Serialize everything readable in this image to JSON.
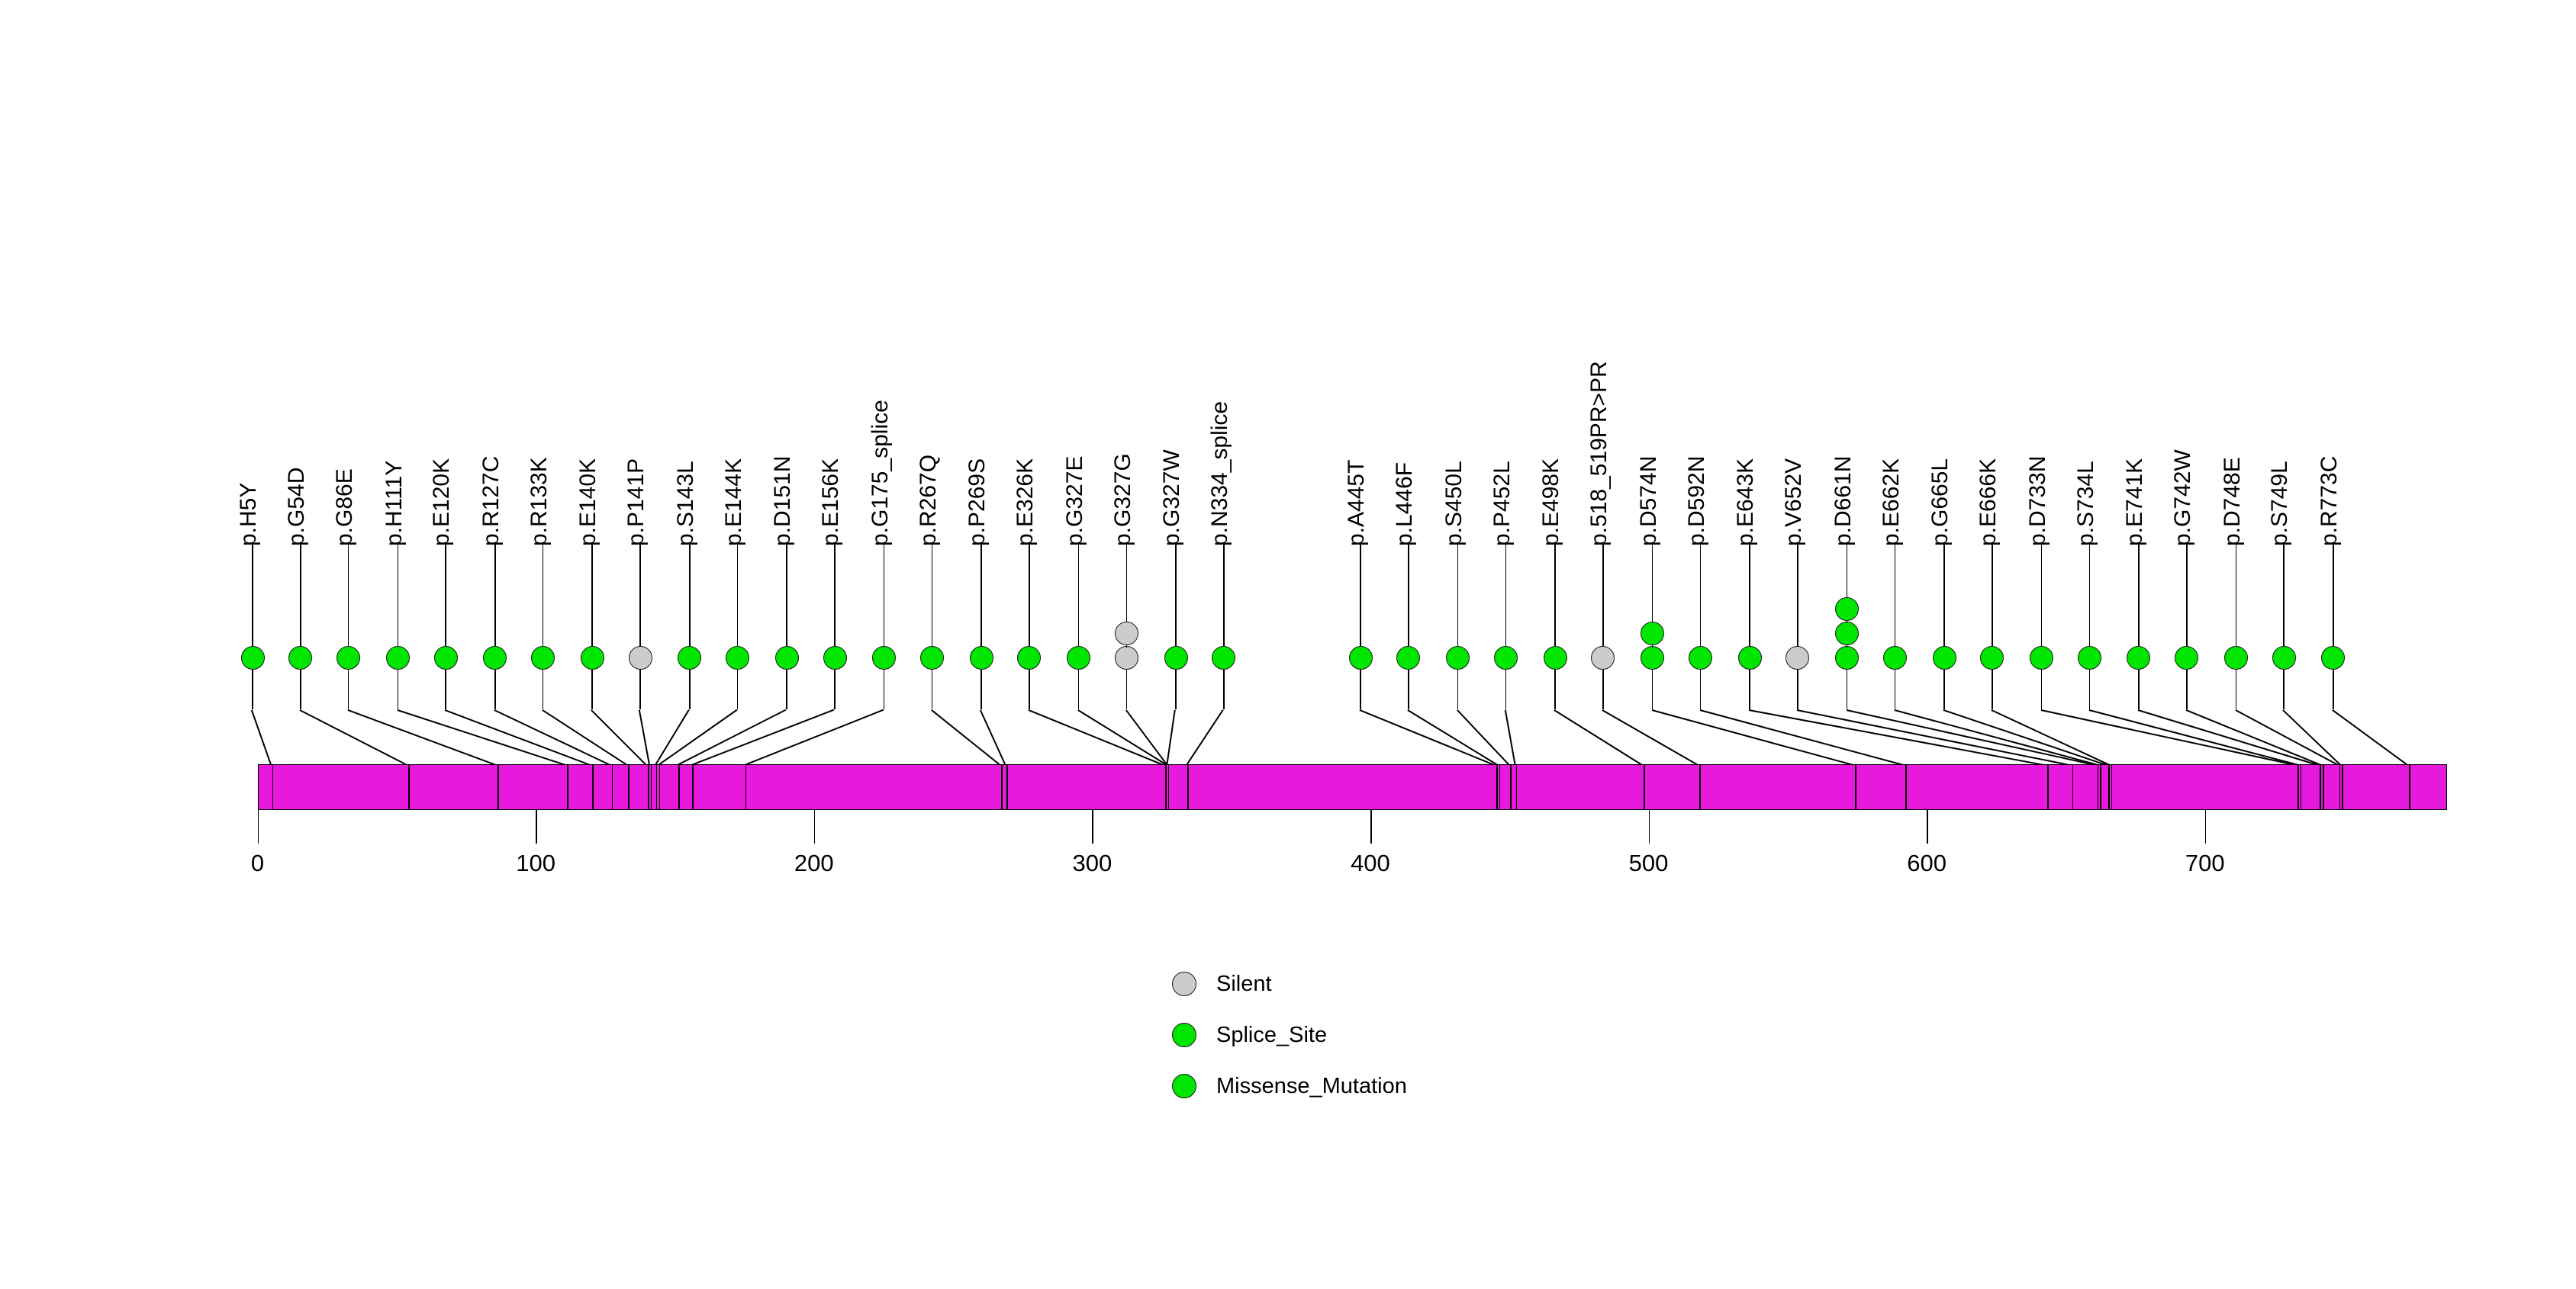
{
  "chart_data": {
    "type": "lollipop",
    "title": "",
    "xlabel": "",
    "ylabel": "",
    "xlim": [
      0,
      787
    ],
    "axis_ticks": [
      0,
      100,
      200,
      300,
      400,
      500,
      600,
      700
    ],
    "axis_tick_labels": [
      "0",
      "100",
      "200",
      "300",
      "400",
      "500",
      "600",
      "700"
    ],
    "protein_bar": {
      "start": 0,
      "end": 787,
      "color": "#E619DC",
      "border_color": "#000000"
    },
    "categories": [
      "p.H5Y",
      "p.G54D",
      "p.G86E",
      "p.H111Y",
      "p.E120K",
      "p.R127C",
      "p.R133K",
      "p.E140K",
      "p.P141P",
      "p.S143L",
      "p.E144K",
      "p.D151N",
      "p.E156K",
      "p.G175_splice",
      "p.R267Q",
      "p.P269S",
      "p.E326K",
      "p.G327E",
      "p.G327G",
      "p.G327W",
      "p.N334_splice",
      "p.A445T",
      "p.L446F",
      "p.S450L",
      "p.P452L",
      "p.E498K",
      "p.518_519PR>PR",
      "p.D574N",
      "p.D592N",
      "p.E643K",
      "p.V652V",
      "p.D661N",
      "p.E662K",
      "p.G665L",
      "p.E666K",
      "p.D733N",
      "p.S734L",
      "p.E741K",
      "p.G742W",
      "p.D748E",
      "p.S749L",
      "p.R773C"
    ],
    "values": [
      1,
      1,
      1,
      1,
      1,
      1,
      1,
      1,
      1,
      1,
      1,
      1,
      1,
      1,
      1,
      1,
      1,
      1,
      2,
      1,
      1,
      1,
      1,
      1,
      1,
      1,
      1,
      2,
      1,
      1,
      1,
      3,
      1,
      1,
      1,
      1,
      1,
      1,
      1,
      1,
      1,
      1
    ],
    "mutations": [
      {
        "label": "p.H5Y",
        "pos": 5,
        "count": 1,
        "type": "Missense_Mutation",
        "color": "#00E600"
      },
      {
        "label": "p.G54D",
        "pos": 54,
        "count": 1,
        "type": "Missense_Mutation",
        "color": "#00E600"
      },
      {
        "label": "p.G86E",
        "pos": 86,
        "count": 1,
        "type": "Missense_Mutation",
        "color": "#00E600"
      },
      {
        "label": "p.H111Y",
        "pos": 111,
        "count": 1,
        "type": "Missense_Mutation",
        "color": "#00E600"
      },
      {
        "label": "p.E120K",
        "pos": 120,
        "count": 1,
        "type": "Missense_Mutation",
        "color": "#00E600"
      },
      {
        "label": "p.R127C",
        "pos": 127,
        "count": 1,
        "type": "Missense_Mutation",
        "color": "#00E600"
      },
      {
        "label": "p.R133K",
        "pos": 133,
        "count": 1,
        "type": "Missense_Mutation",
        "color": "#00E600"
      },
      {
        "label": "p.E140K",
        "pos": 140,
        "count": 1,
        "type": "Missense_Mutation",
        "color": "#00E600"
      },
      {
        "label": "p.P141P",
        "pos": 141,
        "count": 1,
        "type": "Silent",
        "color": "#CCCCCC"
      },
      {
        "label": "p.S143L",
        "pos": 143,
        "count": 1,
        "type": "Missense_Mutation",
        "color": "#00E600"
      },
      {
        "label": "p.E144K",
        "pos": 144,
        "count": 1,
        "type": "Missense_Mutation",
        "color": "#00E600"
      },
      {
        "label": "p.D151N",
        "pos": 151,
        "count": 1,
        "type": "Missense_Mutation",
        "color": "#00E600"
      },
      {
        "label": "p.E156K",
        "pos": 156,
        "count": 1,
        "type": "Missense_Mutation",
        "color": "#00E600"
      },
      {
        "label": "p.G175_splice",
        "pos": 175,
        "count": 1,
        "type": "Splice_Site",
        "color": "#00E600"
      },
      {
        "label": "p.R267Q",
        "pos": 267,
        "count": 1,
        "type": "Missense_Mutation",
        "color": "#00E600"
      },
      {
        "label": "p.P269S",
        "pos": 269,
        "count": 1,
        "type": "Missense_Mutation",
        "color": "#00E600"
      },
      {
        "label": "p.E326K",
        "pos": 326,
        "count": 1,
        "type": "Missense_Mutation",
        "color": "#00E600"
      },
      {
        "label": "p.G327E",
        "pos": 327,
        "count": 1,
        "type": "Missense_Mutation",
        "color": "#00E600"
      },
      {
        "label": "p.G327G",
        "pos": 327,
        "count": 2,
        "type": "Silent",
        "color": "#CCCCCC"
      },
      {
        "label": "p.G327W",
        "pos": 327,
        "count": 1,
        "type": "Missense_Mutation",
        "color": "#00E600"
      },
      {
        "label": "p.N334_splice",
        "pos": 334,
        "count": 1,
        "type": "Splice_Site",
        "color": "#00E600"
      },
      {
        "label": "p.A445T",
        "pos": 445,
        "count": 1,
        "type": "Missense_Mutation",
        "color": "#00E600"
      },
      {
        "label": "p.L446F",
        "pos": 446,
        "count": 1,
        "type": "Missense_Mutation",
        "color": "#00E600"
      },
      {
        "label": "p.S450L",
        "pos": 450,
        "count": 1,
        "type": "Missense_Mutation",
        "color": "#00E600"
      },
      {
        "label": "p.P452L",
        "pos": 452,
        "count": 1,
        "type": "Missense_Mutation",
        "color": "#00E600"
      },
      {
        "label": "p.E498K",
        "pos": 498,
        "count": 1,
        "type": "Missense_Mutation",
        "color": "#00E600"
      },
      {
        "label": "p.518_519PR>PR",
        "pos": 518,
        "count": 1,
        "type": "Silent",
        "color": "#CCCCCC"
      },
      {
        "label": "p.D574N",
        "pos": 574,
        "count": 2,
        "type": "Missense_Mutation",
        "color": "#00E600"
      },
      {
        "label": "p.D592N",
        "pos": 592,
        "count": 1,
        "type": "Missense_Mutation",
        "color": "#00E600"
      },
      {
        "label": "p.E643K",
        "pos": 643,
        "count": 1,
        "type": "Missense_Mutation",
        "color": "#00E600"
      },
      {
        "label": "p.V652V",
        "pos": 652,
        "count": 1,
        "type": "Silent",
        "color": "#CCCCCC"
      },
      {
        "label": "p.D661N",
        "pos": 661,
        "count": 3,
        "type": "Missense_Mutation",
        "color": "#00E600"
      },
      {
        "label": "p.E662K",
        "pos": 662,
        "count": 1,
        "type": "Missense_Mutation",
        "color": "#00E600"
      },
      {
        "label": "p.G665L",
        "pos": 665,
        "count": 1,
        "type": "Missense_Mutation",
        "color": "#00E600"
      },
      {
        "label": "p.E666K",
        "pos": 666,
        "count": 1,
        "type": "Missense_Mutation",
        "color": "#00E600"
      },
      {
        "label": "p.D733N",
        "pos": 733,
        "count": 1,
        "type": "Missense_Mutation",
        "color": "#00E600"
      },
      {
        "label": "p.S734L",
        "pos": 734,
        "count": 1,
        "type": "Missense_Mutation",
        "color": "#00E600"
      },
      {
        "label": "p.E741K",
        "pos": 741,
        "count": 1,
        "type": "Missense_Mutation",
        "color": "#00E600"
      },
      {
        "label": "p.G742W",
        "pos": 742,
        "count": 1,
        "type": "Missense_Mutation",
        "color": "#00E600"
      },
      {
        "label": "p.D748E",
        "pos": 748,
        "count": 1,
        "type": "Missense_Mutation",
        "color": "#00E600"
      },
      {
        "label": "p.S749L",
        "pos": 749,
        "count": 1,
        "type": "Missense_Mutation",
        "color": "#00E600"
      },
      {
        "label": "p.R773C",
        "pos": 773,
        "count": 1,
        "type": "Missense_Mutation",
        "color": "#00E600"
      }
    ],
    "legend": {
      "position": "bottom-center",
      "entries": [
        {
          "label": "Silent",
          "color": "#CCCCCC"
        },
        {
          "label": "Splice_Site",
          "color": "#00E600"
        },
        {
          "label": "Missense_Mutation",
          "color": "#00E600"
        }
      ]
    }
  }
}
